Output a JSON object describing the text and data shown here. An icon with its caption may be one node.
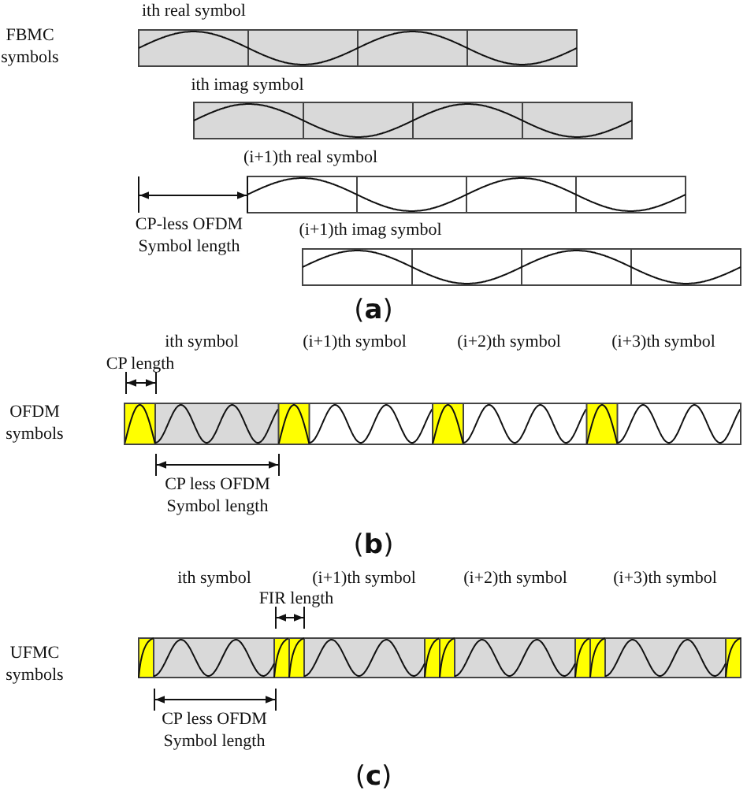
{
  "diagram": {
    "labels": [
      "ith real symbol",
      "FBMC symbols",
      "ith imag symbol",
      "(i+1)th real symbol",
      "CP-less OFDM Symbol length",
      "(i+1)th imag symbol",
      "(**a**)",
      "ith symbol",
      "(i+1)th symbol",
      "(i+2)th symbol",
      "(i+3)th symbol",
      "CP length",
      "OFDM symbols",
      "CP less OFDM Symbol length",
      "(**b**)",
      "ith symbol",
      "(i+1)th symbol",
      "(i+2)th symbol",
      "(i+3)th symbol",
      "FIR length",
      "UFMC symbols",
      "CP less OFDM Symbol length",
      "(**c**)"
    ]
  }
}
